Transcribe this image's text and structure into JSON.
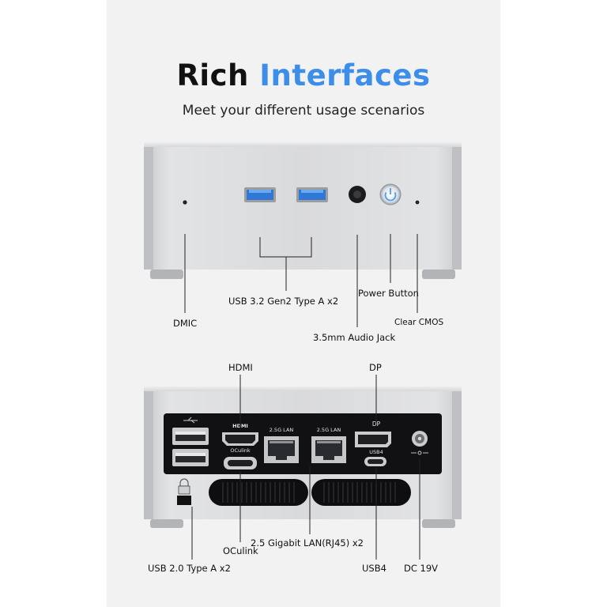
{
  "title": {
    "part1": "Rich",
    "part2": "Interfaces"
  },
  "subtitle": "Meet your different usage scenarios",
  "colors": {
    "accent": "#3d8ee8",
    "usb3_port": "#2f78d6",
    "front_panel": "#d7d8db",
    "back_panel": "#111114"
  },
  "front_labels": {
    "dmic": "DMIC",
    "usb32": "USB 3.2 Gen2 Type A x2",
    "power_button": "Power Button",
    "clear_cmos": "Clear CMOS",
    "audio_jack": "3.5mm Audio Jack"
  },
  "rear_labels": {
    "hdmi": "HDMI",
    "dp": "DP",
    "oculink": "OCulink",
    "lan": "2.5 Gigabit LAN(RJ45) x2",
    "usb20": "USB 2.0 Type A x2",
    "usb4": "USB4",
    "dc": "DC 19V"
  },
  "port_silkscreen": {
    "hdmi": "HDMI",
    "oculink": "OCulink",
    "lan1": "2.5G LAN",
    "lan2": "2.5G LAN",
    "dp": "DP",
    "usb4": "USB4"
  }
}
